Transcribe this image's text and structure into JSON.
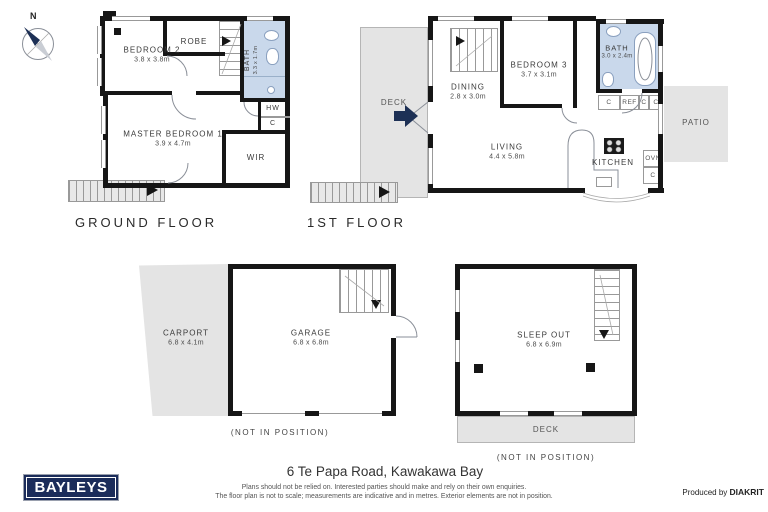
{
  "colors": {
    "wall": "#161616",
    "bath_fill": "#c9d8eb",
    "exterior_fill": "#e4e4e4",
    "navy": "#1d3055",
    "logo_navy": "#1b2c5a"
  },
  "compass": {
    "north": "N"
  },
  "ground_floor": {
    "title": "GROUND FLOOR",
    "rooms": {
      "bedroom2": {
        "name": "BEDROOM 2",
        "dims": "3.8 x 3.8m"
      },
      "robe": {
        "name": "ROBE"
      },
      "bath": {
        "name": "BATH",
        "dims": "3.3 x 1.7m"
      },
      "hw": {
        "name": "HW"
      },
      "cupboard": {
        "name": "C"
      },
      "master_bedroom": {
        "name": "MASTER BEDROOM 1",
        "dims": "3.9 x 4.7m"
      },
      "wir": {
        "name": "WIR"
      }
    }
  },
  "first_floor": {
    "title": "1ST FLOOR",
    "rooms": {
      "deck": {
        "name": "DECK"
      },
      "dining": {
        "name": "DINING",
        "dims": "2.8 x 3.0m"
      },
      "bedroom3": {
        "name": "BEDROOM 3",
        "dims": "3.7 x 3.1m"
      },
      "bath": {
        "name": "BATH",
        "dims": "3.0 x 2.4m"
      },
      "living": {
        "name": "LIVING",
        "dims": "4.4 x 5.8m"
      },
      "kitchen": {
        "name": "KITCHEN"
      },
      "patio": {
        "name": "PATIO"
      },
      "cupboard_left": {
        "name": "C"
      },
      "fridge": {
        "name": "REF"
      },
      "cupboard_mid": {
        "name": "C"
      },
      "cupboard_right": {
        "name": "C"
      },
      "oven": {
        "name": "OVN"
      },
      "cupboard_kitchen": {
        "name": "C"
      }
    }
  },
  "garage_floor": {
    "rooms": {
      "carport": {
        "name": "CARPORT",
        "dims": "6.8 x 4.1m"
      },
      "garage": {
        "name": "GARAGE",
        "dims": "6.8 x 6.8m"
      }
    },
    "note": "(NOT IN POSITION)"
  },
  "sleepout_floor": {
    "rooms": {
      "sleepout": {
        "name": "SLEEP OUT",
        "dims": "6.8 x 6.9m"
      },
      "deck": {
        "name": "DECK"
      }
    },
    "note": "(NOT IN POSITION)"
  },
  "footer": {
    "brand": "BAYLEYS",
    "address": "6 Te Papa Road, Kawakawa Bay",
    "disclaimer_line1": "Plans should not be relied on. Interested parties should make and rely on their own enquiries.",
    "disclaimer_line2": "The floor plan is not to scale; measurements are indicative and in metres. Exterior elements are not in position.",
    "credit_prefix": "Produced by ",
    "credit_brand": "DIAKRIT"
  }
}
